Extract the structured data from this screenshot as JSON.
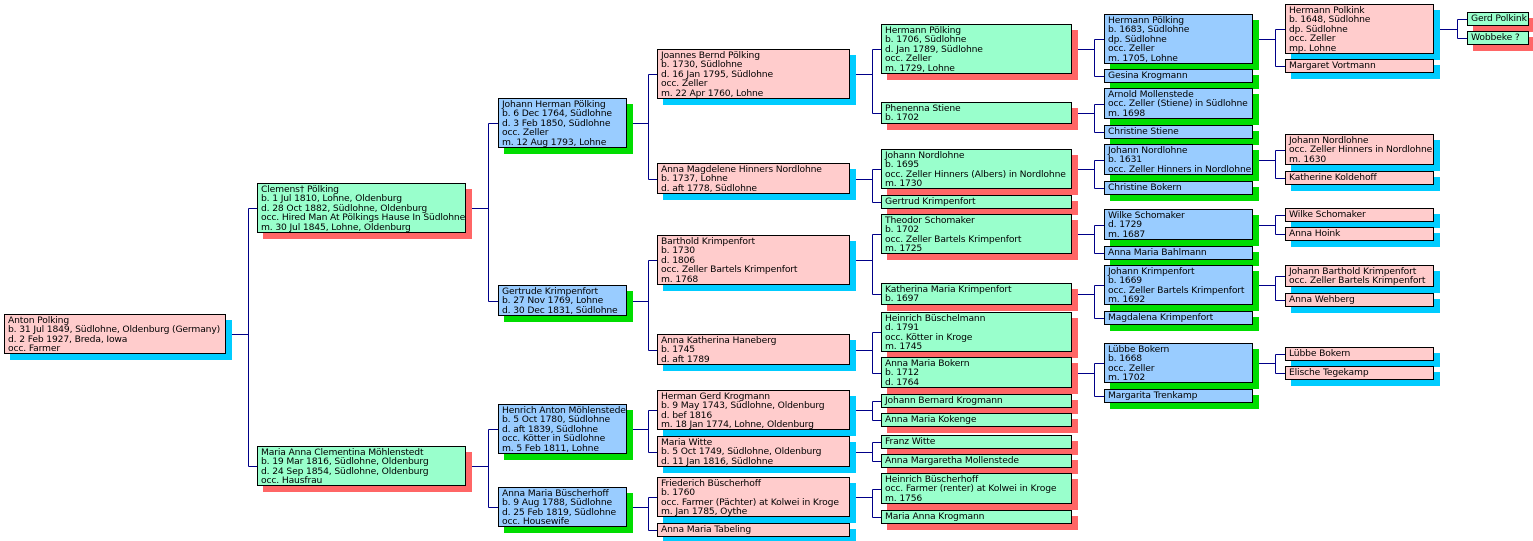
{
  "title": "Pedigree chart of Anton Polking",
  "colors": {
    "pink_fill": "#ffcccc",
    "pink_shadow": "#00ccff",
    "green_fill": "#99ffcc",
    "green_shadow": "#ff6666",
    "blue_fill": "#99ccff",
    "blue_shadow": "#00dd00",
    "connector": "#000088"
  },
  "people": [
    {
      "id": "p1",
      "color": "pink",
      "lines": [
        "Anton Polking",
        "b. 31 Jul 1849, Südlohne, Oldenburg (Germany)",
        "d. 2 Feb 1927, Breda, Iowa",
        "occ. Farmer"
      ]
    },
    {
      "id": "p2",
      "color": "green",
      "lines": [
        "Clemens† Pölking",
        "b. 1 Jul 1810, Lohne, Oldenburg",
        "d. 28 Oct 1882, Südlohne, Oldenburg",
        "occ. Hired Man At Pölkings Hause In Südlohne",
        "m. 30 Jul 1845, Lohne, Oldenburg"
      ]
    },
    {
      "id": "p3",
      "color": "green",
      "lines": [
        "Maria Anna Clementina Möhlenstedt",
        "b. 19 Mar 1816, Südlohne, Oldenburg",
        "d. 24 Sep 1854, Südlohne, Oldenburg",
        "occ. Hausfrau"
      ]
    },
    {
      "id": "p4",
      "color": "blue",
      "lines": [
        "Johann Herman Pölking",
        "b. 6 Dec 1764, Südlohne",
        "d. 3 Feb 1850, Südlohne",
        "occ. Zeller",
        "m. 12 Aug 1793, Lohne"
      ]
    },
    {
      "id": "p5",
      "color": "blue",
      "lines": [
        "Gertrude Krimpenfort",
        "b. 27 Nov 1769, Lohne",
        "d. 30 Dec 1831, Südlohne"
      ]
    },
    {
      "id": "p6",
      "color": "blue",
      "lines": [
        "Henrich Anton Möhlenstede",
        "b. 5 Oct 1780, Südlohne",
        "d. aft 1839, Südlohne",
        "occ. Kötter in Südlohne",
        "m. 5 Feb 1811, Lohne"
      ]
    },
    {
      "id": "p7",
      "color": "blue",
      "lines": [
        "Anna Maria Büscherhoff",
        "b. 9 Aug 1788, Südlohne",
        "d. 25 Feb 1819, Südlohne",
        "occ. Housewife"
      ]
    },
    {
      "id": "p8",
      "color": "pink",
      "lines": [
        "Joannes Bernd Pölking",
        "b. 1730, Südlohne",
        "d. 16 Jan 1795, Südlohne",
        "occ. Zeller",
        "m. 22 Apr 1760, Lohne"
      ]
    },
    {
      "id": "p9",
      "color": "pink",
      "lines": [
        "Anna Magdelene Hinners Nordlohne",
        "b. 1737, Lohne",
        "d. aft 1778, Südlohne"
      ]
    },
    {
      "id": "p10",
      "color": "pink",
      "lines": [
        "Barthold Krimpenfort",
        "b. 1730",
        "d. 1806",
        "occ. Zeller Bartels Krimpenfort",
        "m. 1768"
      ]
    },
    {
      "id": "p11",
      "color": "pink",
      "lines": [
        "Anna Katherina Haneberg",
        "b. 1745",
        "d. aft 1789"
      ]
    },
    {
      "id": "p12",
      "color": "pink",
      "lines": [
        "Herman Gerd Krogmann",
        "b. 9 May 1743, Südlohne, Oldenburg",
        "d. bef 1816",
        "m. 18 Jan 1774, Lohne, Oldenburg"
      ]
    },
    {
      "id": "p13",
      "color": "pink",
      "lines": [
        "Maria Witte",
        "b. 5 Oct 1749, Südlohne, Oldenburg",
        "d. 11 Jan 1816, Südlohne"
      ]
    },
    {
      "id": "p14",
      "color": "pink",
      "lines": [
        "Friederich Büscherhoff",
        "b. 1760",
        "occ. Farmer (Pächter) at Kolwei in Kroge",
        "m. Jan 1785, Oythe"
      ]
    },
    {
      "id": "p15",
      "color": "pink",
      "lines": [
        "Anna Maria Tabeling"
      ]
    },
    {
      "id": "p16",
      "color": "green",
      "lines": [
        "Hermann Pölking",
        "b. 1706, Südlohne",
        "d. Jan 1789, Südlohne",
        "occ. Zeller",
        "m. 1729, Lohne"
      ]
    },
    {
      "id": "p17",
      "color": "green",
      "lines": [
        "Phenenna Stiene",
        "b. 1702"
      ]
    },
    {
      "id": "p18",
      "color": "green",
      "lines": [
        "Johann Nordlohne",
        "b. 1695",
        "occ. Zeller Hinners (Albers) in Nordlohne",
        "m. 1730"
      ]
    },
    {
      "id": "p19",
      "color": "green",
      "lines": [
        "Gertrud Krimpenfort"
      ]
    },
    {
      "id": "p20",
      "color": "green",
      "lines": [
        "Theodor Schomaker",
        "b. 1702",
        "occ. Zeller Bartels Krimpenfort",
        "m. 1725"
      ]
    },
    {
      "id": "p21",
      "color": "green",
      "lines": [
        "Katherina Maria Krimpenfort",
        "b. 1697"
      ]
    },
    {
      "id": "p22",
      "color": "green",
      "lines": [
        "Heinrich Büschelmann",
        "d. 1791",
        "occ. Kötter in Kroge",
        "m. 1745"
      ]
    },
    {
      "id": "p23",
      "color": "green",
      "lines": [
        "Anna Maria Bokern",
        "b. 1712",
        "d. 1764"
      ]
    },
    {
      "id": "p24",
      "color": "green",
      "lines": [
        "Johann Bernard Krogmann"
      ]
    },
    {
      "id": "p25",
      "color": "green",
      "lines": [
        "Anna Maria Kokenge"
      ]
    },
    {
      "id": "p26",
      "color": "green",
      "lines": [
        "Franz Witte"
      ]
    },
    {
      "id": "p27",
      "color": "green",
      "lines": [
        "Anna Margaretha Mollenstede"
      ]
    },
    {
      "id": "p28",
      "color": "green",
      "lines": [
        "Heinrich Büscherhoff",
        "occ. Farmer (renter) at Kolwei in Kroge",
        "m. 1756"
      ]
    },
    {
      "id": "p29",
      "color": "green",
      "lines": [
        "Maria Anna Krogmann"
      ]
    },
    {
      "id": "p30",
      "color": "blue",
      "lines": [
        "Hermann Pölking",
        "b. 1683, Südlohne",
        "dp. Südlohne",
        "occ. Zeller",
        "m. 1705, Lohne"
      ]
    },
    {
      "id": "p31",
      "color": "blue",
      "lines": [
        "Gesina Krogmann"
      ]
    },
    {
      "id": "p32",
      "color": "blue",
      "lines": [
        "Arnold Mollenstede",
        "occ. Zeller (Stiene) in Südlohne",
        "m. 1698"
      ]
    },
    {
      "id": "p33",
      "color": "blue",
      "lines": [
        "Christine Stiene"
      ]
    },
    {
      "id": "p34",
      "color": "blue",
      "lines": [
        "Johann Nordlohne",
        "b. 1631",
        "occ. Zeller Hinners in Nordlohne"
      ]
    },
    {
      "id": "p35",
      "color": "blue",
      "lines": [
        "Christine Bokern"
      ]
    },
    {
      "id": "p36",
      "color": "blue",
      "lines": [
        "Wilke Schomaker",
        "d. 1729",
        "m. 1687"
      ]
    },
    {
      "id": "p37",
      "color": "blue",
      "lines": [
        "Anna Maria Bahlmann"
      ]
    },
    {
      "id": "p38",
      "color": "blue",
      "lines": [
        "Johann Krimpenfort",
        "b. 1669",
        "occ. Zeller Bartels Krimpenfort",
        "m. 1692"
      ]
    },
    {
      "id": "p39",
      "color": "blue",
      "lines": [
        "Magdalena Krimpenfort"
      ]
    },
    {
      "id": "p40",
      "color": "blue",
      "lines": [
        "Lübbe Bokern",
        "b. 1668",
        "occ. Zeller",
        "m. 1702"
      ]
    },
    {
      "id": "p41",
      "color": "blue",
      "lines": [
        "Margarita Trenkamp"
      ]
    },
    {
      "id": "p42",
      "color": "pink",
      "lines": [
        "Hermann Polkink",
        "b. 1648, Südlohne",
        "dp. Südlohne",
        "occ. Zeller",
        "mp. Lohne"
      ]
    },
    {
      "id": "p43",
      "color": "pink",
      "lines": [
        "Margaret Vortmann"
      ]
    },
    {
      "id": "p44",
      "color": "pink",
      "lines": [
        "Johann Nordlohne",
        "occ. Zeller Hinners in Nordlohne",
        "m. 1630"
      ]
    },
    {
      "id": "p45",
      "color": "pink",
      "lines": [
        "Katherine Koldehoff"
      ]
    },
    {
      "id": "p46",
      "color": "pink",
      "lines": [
        "Wilke Schomaker"
      ]
    },
    {
      "id": "p47",
      "color": "pink",
      "lines": [
        "Anna Hoink"
      ]
    },
    {
      "id": "p48",
      "color": "pink",
      "lines": [
        "Johann Barthold Krimpenfort",
        "occ. Zeller Bartels Krimpenfort"
      ]
    },
    {
      "id": "p49",
      "color": "pink",
      "lines": [
        "Anna Wehberg"
      ]
    },
    {
      "id": "p50",
      "color": "pink",
      "lines": [
        "Lübbe Bokern"
      ]
    },
    {
      "id": "p51",
      "color": "pink",
      "lines": [
        "Elische Tegekamp"
      ]
    },
    {
      "id": "p52",
      "color": "green",
      "lines": [
        "Gerd Polkink"
      ]
    },
    {
      "id": "p53",
      "color": "green",
      "lines": [
        "Wobbeke ?"
      ]
    }
  ],
  "relations": [
    {
      "child": "p1",
      "father": "p2",
      "mother": "p3"
    },
    {
      "child": "p2",
      "father": "p4",
      "mother": "p5"
    },
    {
      "child": "p3",
      "father": "p6",
      "mother": "p7"
    },
    {
      "child": "p4",
      "father": "p8",
      "mother": "p9"
    },
    {
      "child": "p5",
      "father": "p10",
      "mother": "p11"
    },
    {
      "child": "p6",
      "father": "p12",
      "mother": "p13"
    },
    {
      "child": "p7",
      "father": "p14",
      "mother": "p15"
    },
    {
      "child": "p8",
      "father": "p16",
      "mother": "p17"
    },
    {
      "child": "p9",
      "father": "p18",
      "mother": "p19"
    },
    {
      "child": "p10",
      "father": "p20",
      "mother": "p21"
    },
    {
      "child": "p11",
      "father": "p22",
      "mother": "p23"
    },
    {
      "child": "p12",
      "father": "p24",
      "mother": "p25"
    },
    {
      "child": "p13",
      "father": "p26",
      "mother": "p27"
    },
    {
      "child": "p14",
      "father": "p28",
      "mother": "p29"
    },
    {
      "child": "p16",
      "father": "p30",
      "mother": "p31"
    },
    {
      "child": "p17",
      "father": "p32",
      "mother": "p33"
    },
    {
      "child": "p18",
      "father": "p34",
      "mother": "p35"
    },
    {
      "child": "p20",
      "father": "p36",
      "mother": "p37"
    },
    {
      "child": "p21",
      "father": "p38",
      "mother": "p39"
    },
    {
      "child": "p23",
      "father": "p40",
      "mother": "p41"
    },
    {
      "child": "p30",
      "father": "p42",
      "mother": "p43"
    },
    {
      "child": "p34",
      "father": "p44",
      "mother": "p45"
    },
    {
      "child": "p36",
      "father": "p46",
      "mother": "p47"
    },
    {
      "child": "p38",
      "father": "p48",
      "mother": "p49"
    },
    {
      "child": "p40",
      "father": "p50",
      "mother": "p51"
    },
    {
      "child": "p42",
      "father": "p52",
      "mother": "p53"
    }
  ]
}
